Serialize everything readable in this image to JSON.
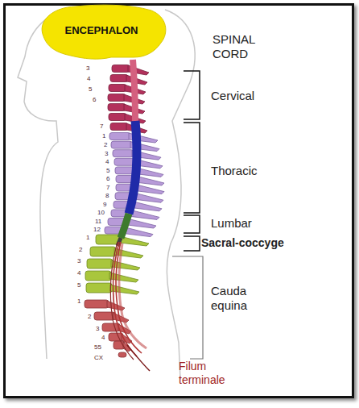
{
  "diagram": {
    "title": "SPINAL CORD",
    "nodes": [
      {
        "text": [
          "ENCEPHALON"
        ]
      }
    ],
    "labels": [
      "3",
      "4",
      "5",
      "6",
      "7",
      "1",
      "2",
      "3",
      "4",
      "5",
      "6",
      "7",
      "8",
      "9",
      "10",
      "11",
      "12",
      "1",
      "2",
      "3",
      "4",
      "5",
      "1",
      "2",
      "3",
      "4",
      "55",
      "CX",
      "Cervical",
      "Thoracic",
      "Lumbar",
      "Sacral-coccyge",
      "Cauda equina",
      "Filum terminale"
    ]
  }
}
